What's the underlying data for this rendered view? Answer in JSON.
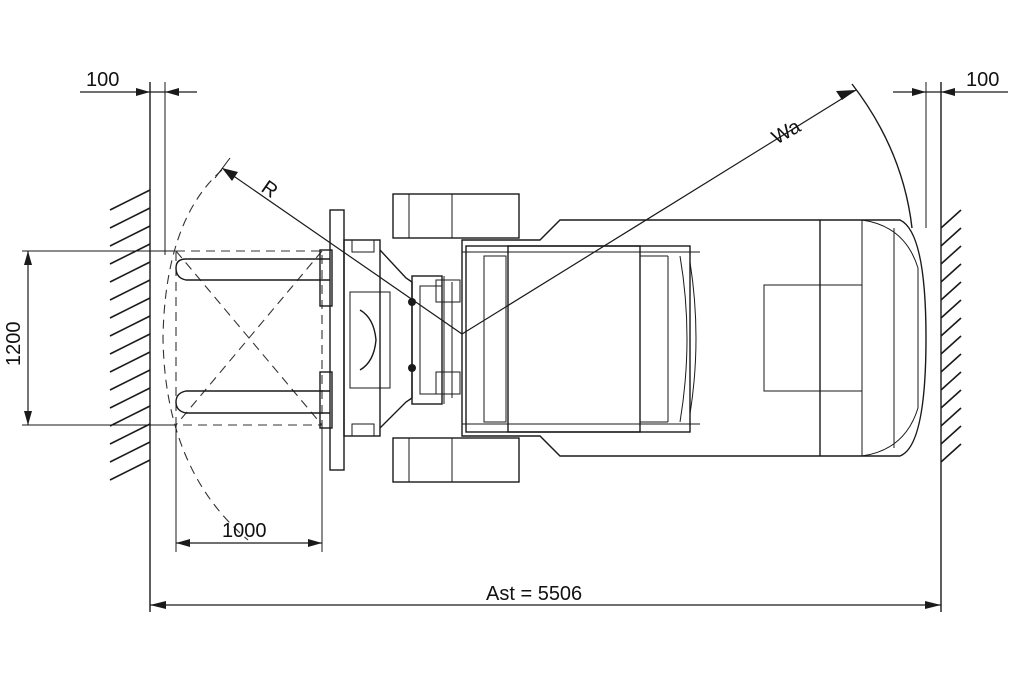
{
  "labels": {
    "clear_left": "100",
    "clear_right": "100",
    "radius": "R",
    "width_diag": "Wa",
    "load_width": "1200",
    "load_length": "1000",
    "aisle": "Ast =  5506"
  }
}
